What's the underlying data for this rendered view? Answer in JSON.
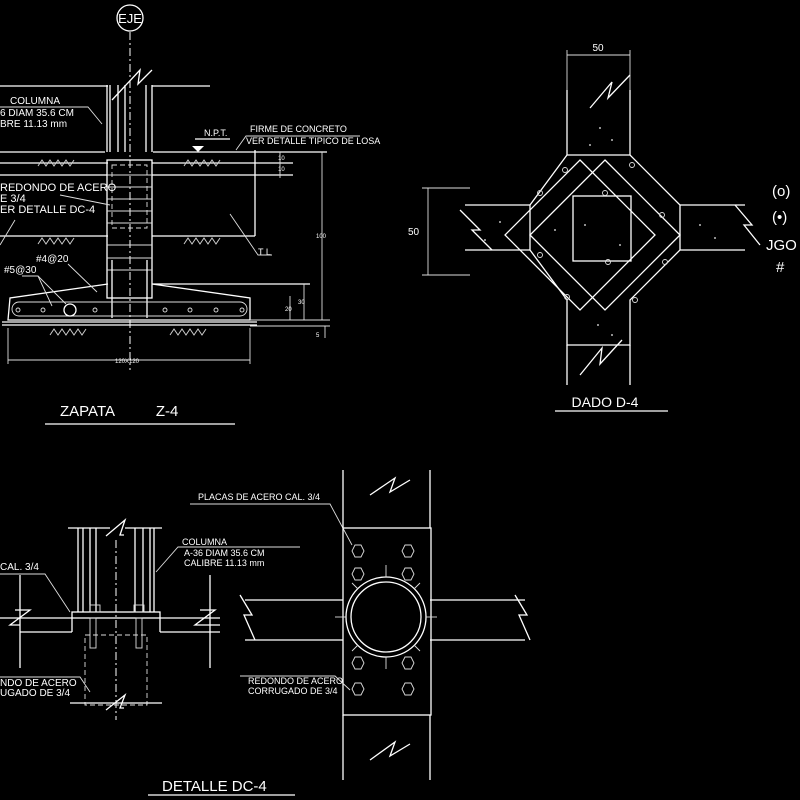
{
  "colors": {
    "background": "#000000",
    "lines": "#ffffff"
  },
  "zapata": {
    "axis_label": "EJE",
    "column_title": "COLUMNA",
    "column_spec1": "6   DIAM 35.6  CM",
    "column_spec2": "BRE  11.13  mm",
    "npt": "N.P.T.",
    "firme1": "FIRME DE CONCRETO",
    "firme2": "VER DETALLE TIPICO DE LOSA",
    "redondo1": "REDONDO  DE  ACERO",
    "redondo2": "E   3/4",
    "redondo3": "ER  DETALLE  DC-4",
    "rebar_top": "#4@20",
    "rebar_bottom": "#5@30",
    "tl": "T L",
    "dim_100": "100",
    "dim_10a": "10",
    "dim_10b": "10",
    "dim_30": "30",
    "dim_20": "20",
    "dim_5": "5",
    "dim_width": "120X120",
    "title": "ZAPATA          Z-4"
  },
  "dado": {
    "dim_top": "50",
    "dim_left": "50",
    "title": "DADO  D-4",
    "legend1": "(o)",
    "legend2": "(•)",
    "legend3": "JGO",
    "legend4": "#"
  },
  "detalle": {
    "placas": "PLACAS DE ACERO CAL. 3/4",
    "cal_left": "CAL. 3/4",
    "column_title": "COLUMNA",
    "column_spec1": "A-36    DIAM 35.6  CM",
    "column_spec2": "CALIBRE  11.13  mm",
    "redondo_left1": "NDO  DE  ACERO",
    "redondo_left2": "UGADO   DE  3/4",
    "redondo_right1": "REDONDO  DE  ACERO",
    "redondo_right2": "CORRUGADO  DE  3/4",
    "title": "DETALLE  DC-4"
  }
}
